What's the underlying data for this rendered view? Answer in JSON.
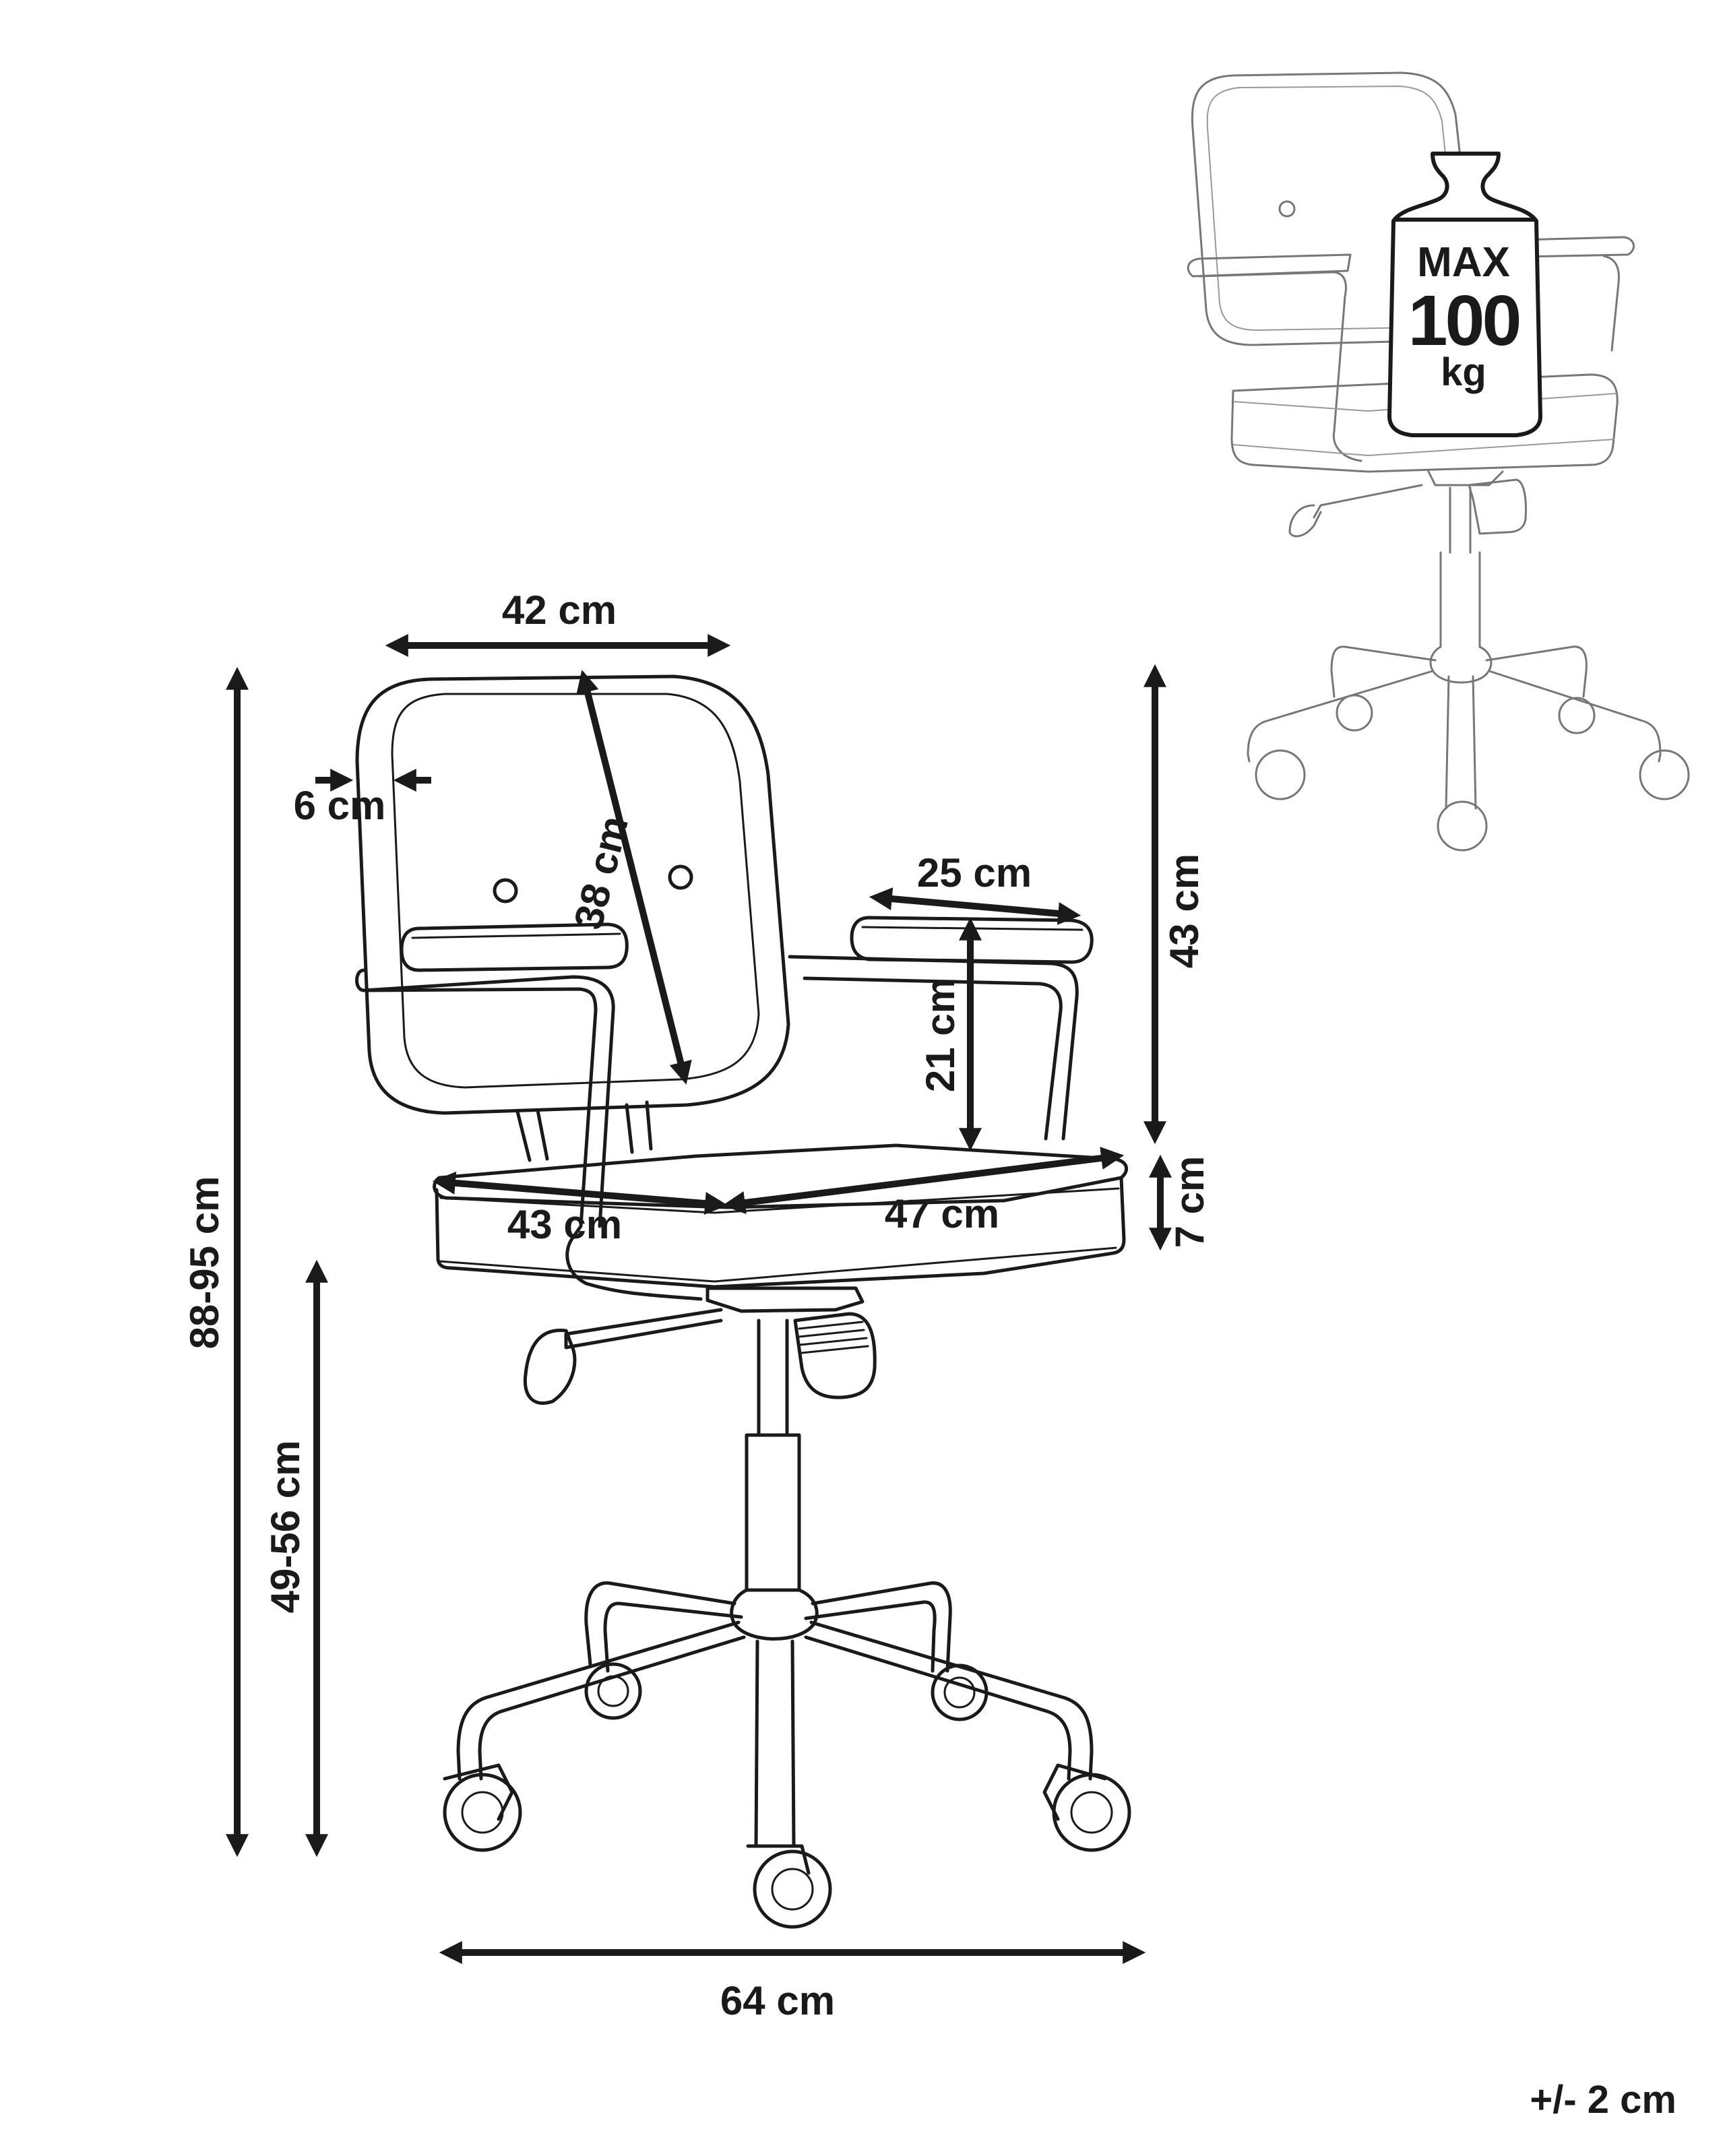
{
  "weight_badge": {
    "line1": "MAX",
    "line2": "100",
    "line3": "kg"
  },
  "dimensions": {
    "backrest_width": "42 cm",
    "backrest_thickness": "6 cm",
    "backrest_height": "38 cm",
    "armrest_length": "25 cm",
    "armrest_height": "21 cm",
    "back_height_from_seat": "43 cm",
    "seat_thickness": "7 cm",
    "seat_depth": "43 cm",
    "seat_width": "47 cm",
    "total_height": "88-95 cm",
    "seat_height": "49-56 cm",
    "base_width": "64 cm"
  },
  "tolerance": "+/- 2 cm"
}
